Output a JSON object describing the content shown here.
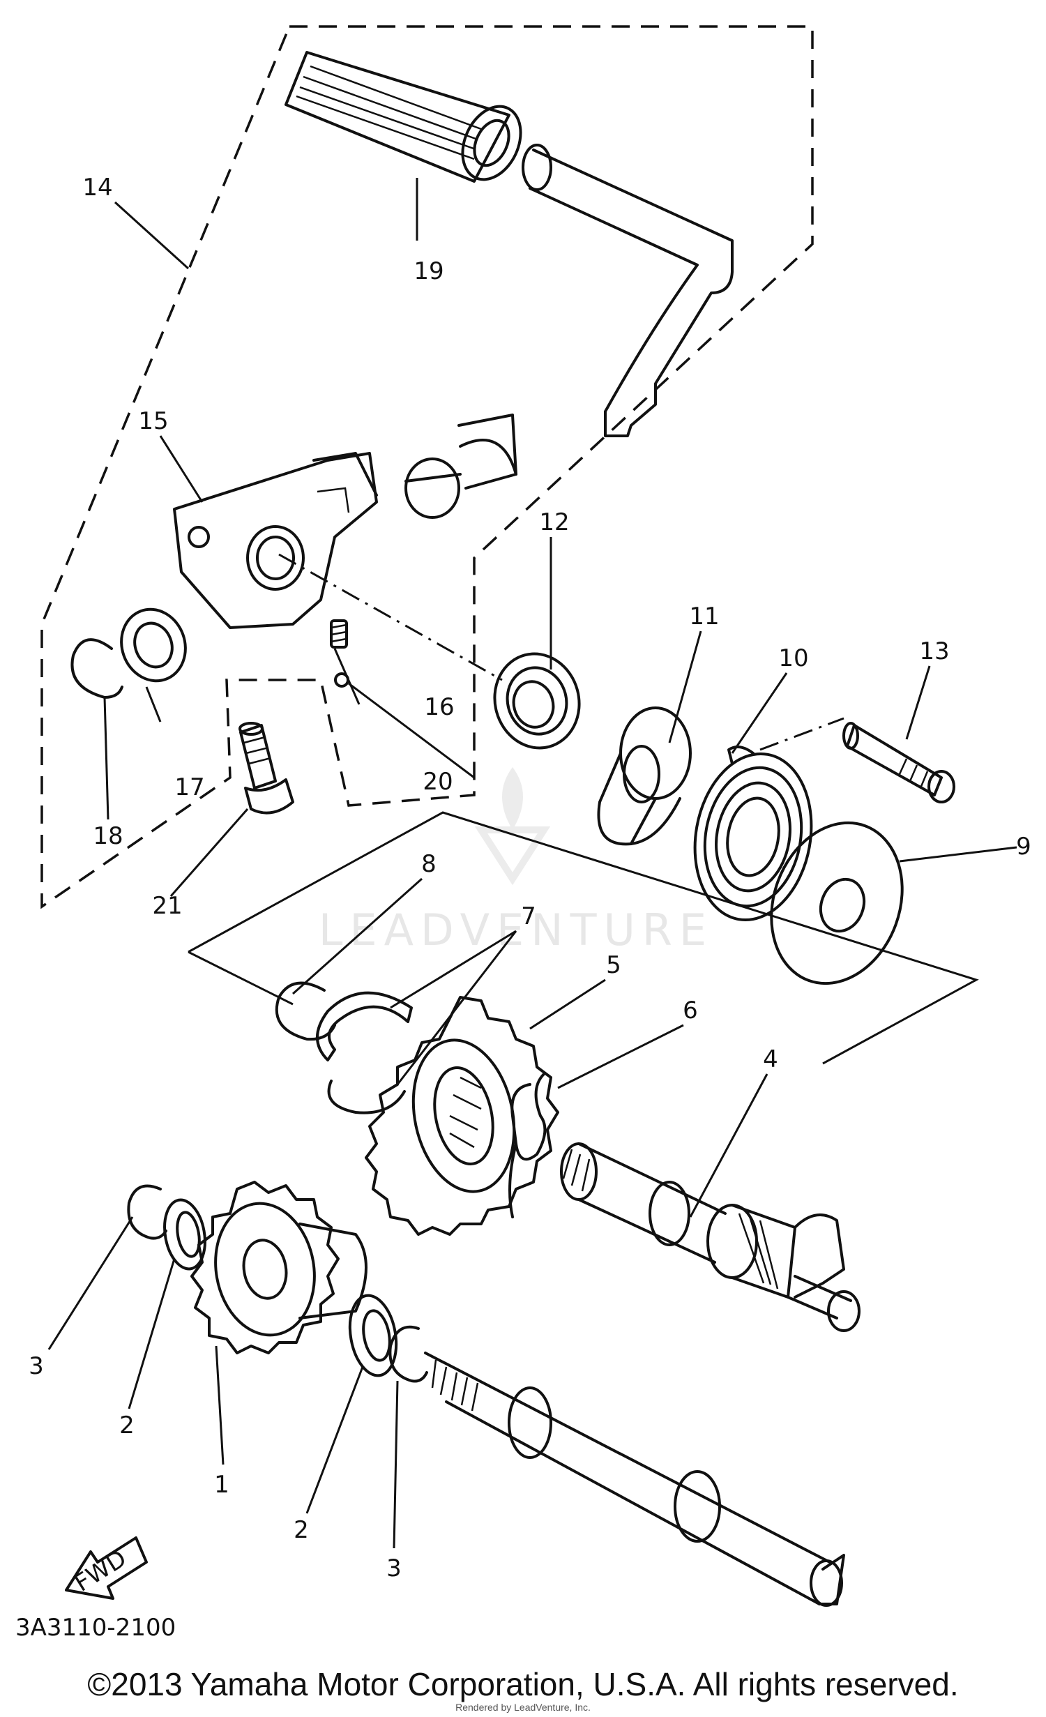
{
  "diagram": {
    "drawing_code": "3A3110-2100",
    "fwd_label": "FWD",
    "watermark": "LEADVENTURE",
    "copyright": "©2013 Yamaha Motor Corporation, U.S.A. All rights reserved.",
    "rendered_by": "Rendered by LeadVenture, Inc.",
    "callouts": [
      {
        "label": "1"
      },
      {
        "label": "2"
      },
      {
        "label": "2"
      },
      {
        "label": "3"
      },
      {
        "label": "3"
      },
      {
        "label": "4"
      },
      {
        "label": "5"
      },
      {
        "label": "6"
      },
      {
        "label": "7"
      },
      {
        "label": "8"
      },
      {
        "label": "9"
      },
      {
        "label": "10"
      },
      {
        "label": "11"
      },
      {
        "label": "12"
      },
      {
        "label": "13"
      },
      {
        "label": "14"
      },
      {
        "label": "15"
      },
      {
        "label": "16"
      },
      {
        "label": "17"
      },
      {
        "label": "18"
      },
      {
        "label": "19"
      },
      {
        "label": "20"
      },
      {
        "label": "21"
      }
    ]
  }
}
